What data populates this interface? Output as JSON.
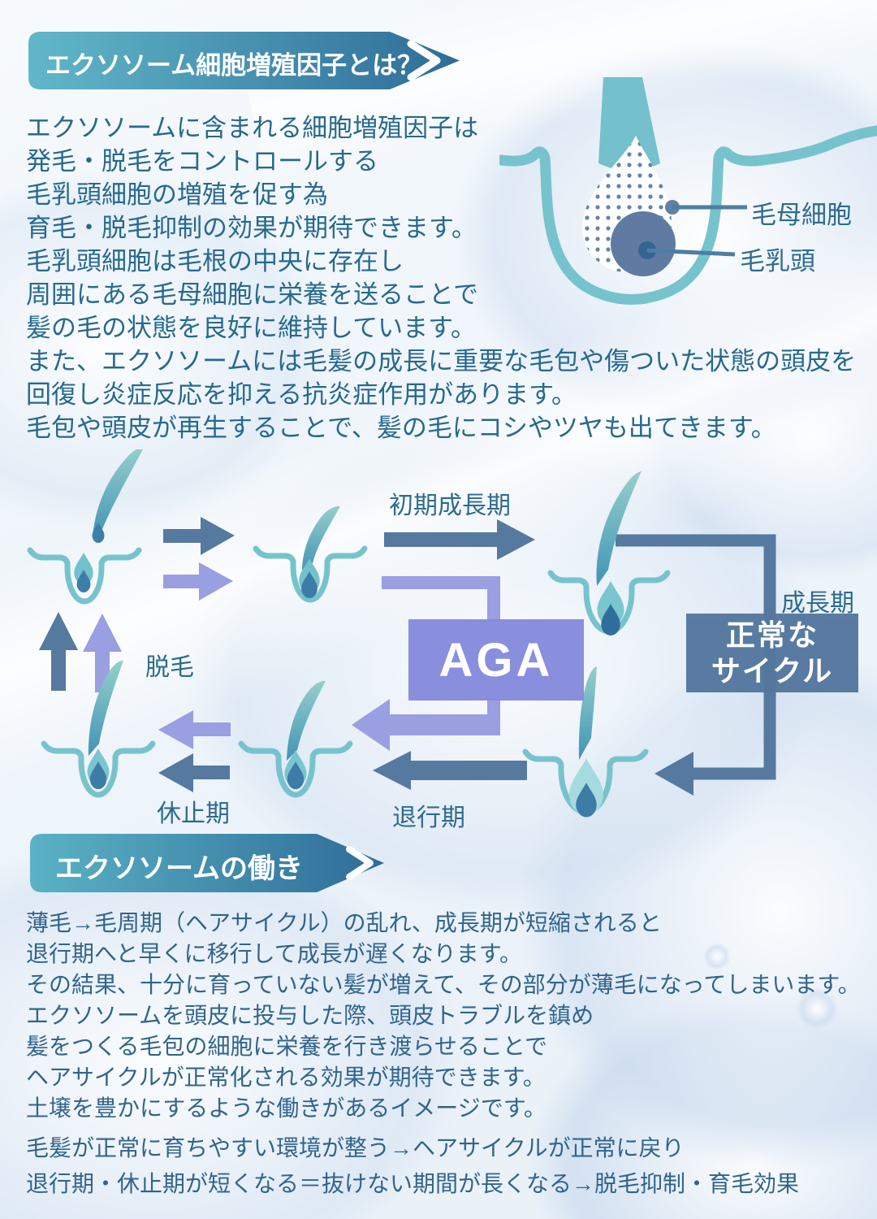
{
  "colors": {
    "teal_stroke": "#77c3cd",
    "dark_arrow": "#56799f",
    "purple": "#9a9fe2",
    "aga_box": "#8388dc",
    "cycle_box": "#54779e",
    "badge_grad_from": "#61b7c9",
    "badge_grad_to": "#2f6c98",
    "intro_text": "#27698e",
    "body_text": "#31648c",
    "label_text": "#2e6b8d",
    "papilla_circle": "#5f7ba1",
    "matrix_dot": "#5f82a3"
  },
  "icons": {
    "chevron_right": "❯"
  },
  "header1": {
    "label": "エクソソーム細胞増殖因子とは？"
  },
  "intro": {
    "lines": [
      "エクソソームに含まれる細胞増殖因子は",
      "発毛・脱毛をコントロールする",
      "毛乳頭細胞の増殖を促す為",
      "育毛・脱毛抑制の効果が期待できます。",
      "毛乳頭細胞は毛根の中央に存在し",
      "周囲にある毛母細胞に栄養を送ることで",
      "髪の毛の状態を良好に維持しています。",
      "また、エクソソームには毛髪の成長に重要な毛包や傷ついた状態の頭皮を",
      "回復し炎症反応を抑える抗炎症作用があります。",
      "毛包や頭皮が再生することで、髪の毛にコシやツヤも出てきます。"
    ]
  },
  "follicle_diagram": {
    "label_matrix": "毛母細胞",
    "label_papilla": "毛乳頭"
  },
  "cycle": {
    "early_growth": "初期成長期",
    "growth": "成長期",
    "normal_cycle_line1": "正常な",
    "normal_cycle_line2": "サイクル",
    "aga": "AGA",
    "shedding": "脱毛",
    "resting": "休止期",
    "regression": "退行期"
  },
  "header2": {
    "label": "エクソソームの働き"
  },
  "body2": {
    "lines": [
      "薄毛→毛周期（ヘアサイクル）の乱れ、成長期が短縮されると",
      "退行期へと早くに移行して成長が遅くなります。",
      "その結果、十分に育っていない髪が増えて、その部分が薄毛になってしまいます。",
      "エクソソームを頭皮に投与した際、頭皮トラブルを鎮め",
      "髪をつくる毛包の細胞に栄養を行き渡らせることで",
      "ヘアサイクルが正常化される効果が期待できます。",
      "土壌を豊かにするような働きがあるイメージです。"
    ]
  },
  "body3": {
    "lines": [
      "毛髪が正常に育ちやすい環境が整う→ヘアサイクルが正常に戻り",
      "退行期・休止期が短くなる＝抜けない期間が長くなる→脱毛抑制・育毛効果"
    ]
  }
}
